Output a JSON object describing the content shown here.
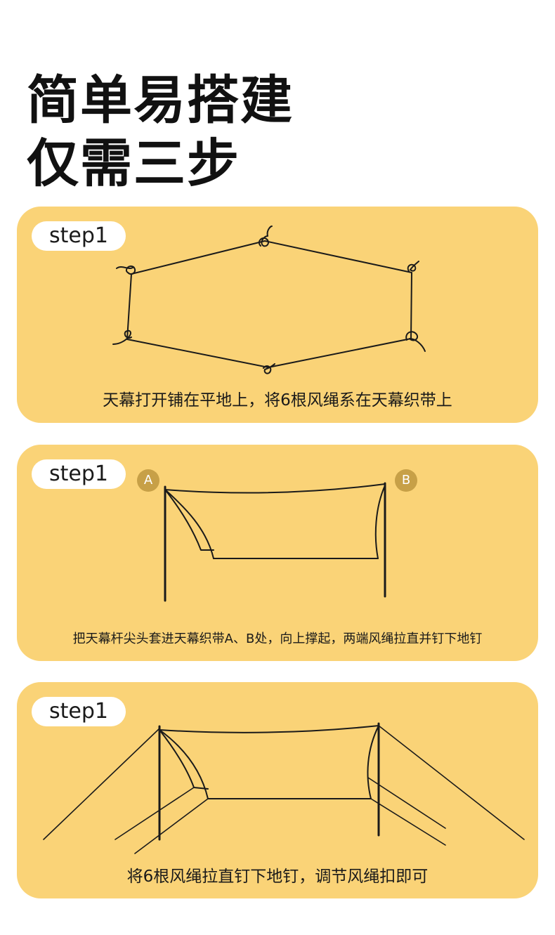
{
  "headline": {
    "line1": "简单易搭建",
    "line2": "仅需三步"
  },
  "steps": [
    {
      "label": "step1",
      "caption": "天幕打开铺在平地上，将6根风绳系在天幕织带上"
    },
    {
      "label": "step1",
      "caption": "把天幕杆尖头套进天幕织带A、B处，向上撑起，两端风绳拉直并钉下地钉",
      "badge_a": "A",
      "badge_b": "B"
    },
    {
      "label": "step1",
      "caption": "将6根风绳拉直钉下地钉，调节风绳扣即可"
    }
  ],
  "colors": {
    "card_bg": "#fad377",
    "pill_bg": "#ffffff",
    "badge_bg": "#c7a047",
    "text": "#1a1a1a"
  }
}
